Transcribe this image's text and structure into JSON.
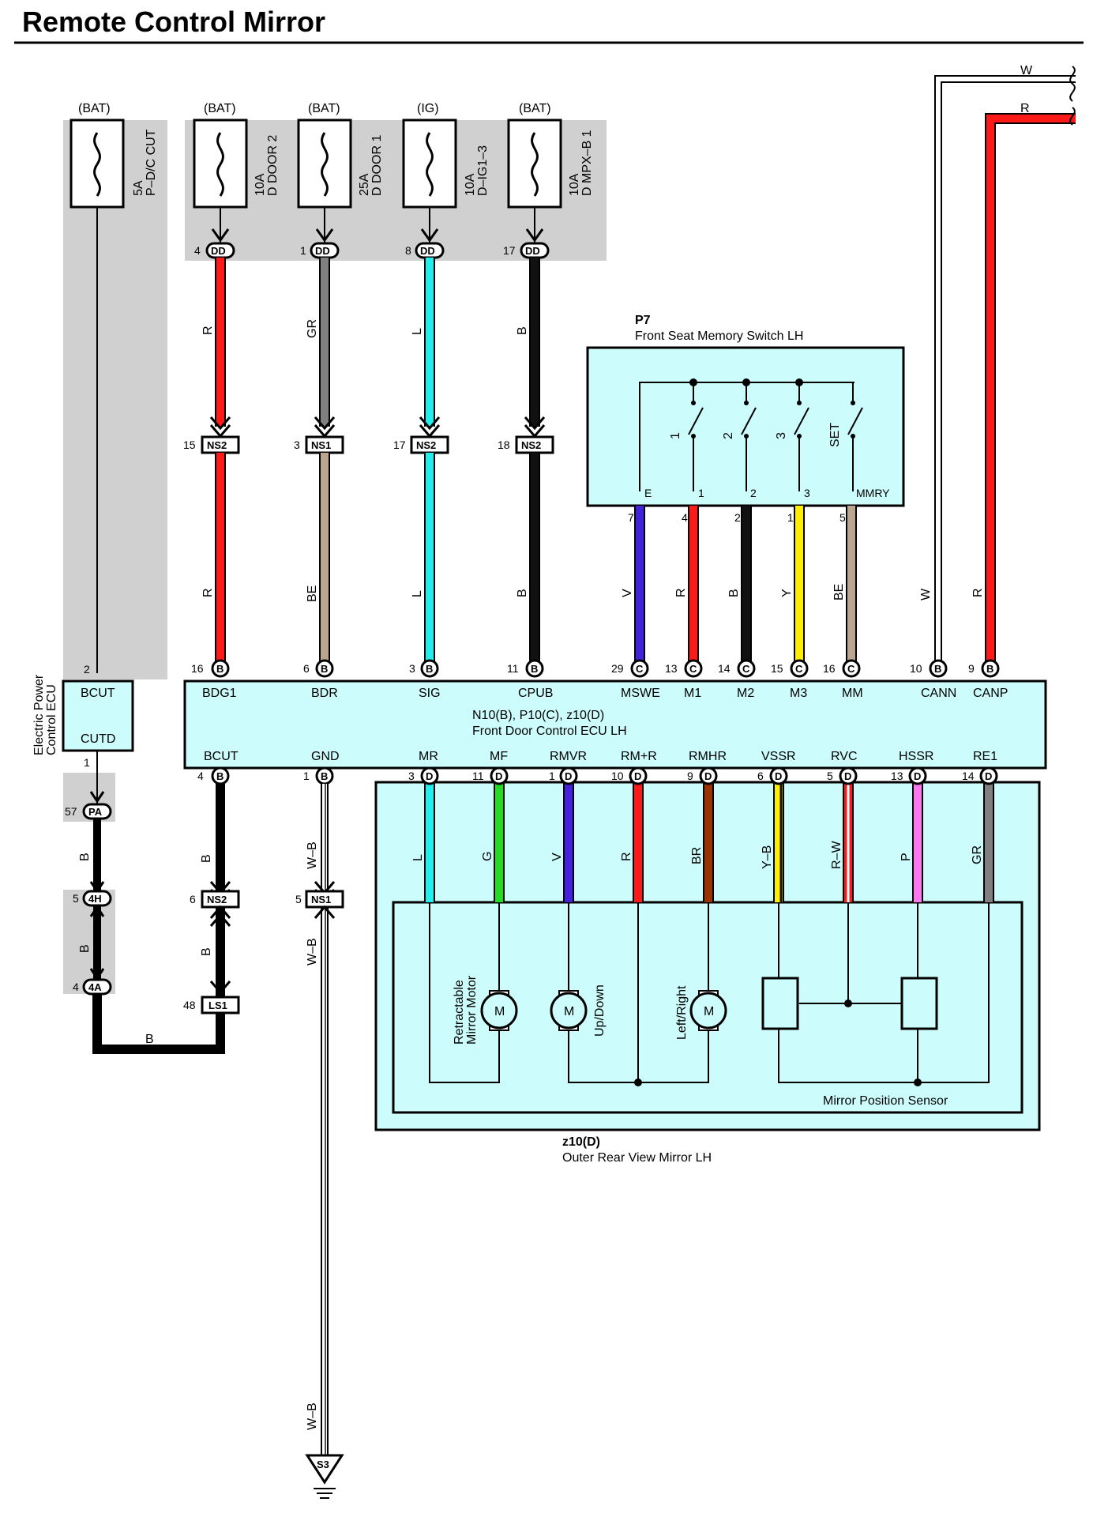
{
  "title": "Remote Control Mirror",
  "fuses": [
    {
      "source": "(BAT)",
      "rating": "5A",
      "name": "P–D/C CUT"
    },
    {
      "source": "(BAT)",
      "rating": "10A",
      "name": "D DOOR 2"
    },
    {
      "source": "(BAT)",
      "rating": "25A",
      "name": "D DOOR 1"
    },
    {
      "source": "(IG)",
      "rating": "10A",
      "name": "D–IG1–3"
    },
    {
      "source": "(BAT)",
      "rating": "10A",
      "name": "D MPX–B 1"
    }
  ],
  "fuse_outputs": [
    {
      "pin": "4",
      "conn": "DD"
    },
    {
      "pin": "1",
      "conn": "DD"
    },
    {
      "pin": "8",
      "conn": "DD"
    },
    {
      "pin": "17",
      "conn": "DD"
    }
  ],
  "upper_wires": [
    {
      "color_code": "R",
      "color": "#ff1a1a",
      "junction_pin": "15",
      "junction": "NS2",
      "lower_code": "R",
      "lower_color": "#ff1a1a",
      "ecu_pin": "16",
      "ecu_conn": "B",
      "terminal": "BDG1"
    },
    {
      "color_code": "GR",
      "color": "#808080",
      "junction_pin": "3",
      "junction": "NS1",
      "lower_code": "BE",
      "lower_color": "#bba58e",
      "ecu_pin": "6",
      "ecu_conn": "B",
      "terminal": "BDR"
    },
    {
      "color_code": "L",
      "color": "#22eeee",
      "junction_pin": "17",
      "junction": "NS2",
      "lower_code": "L",
      "lower_color": "#22eeee",
      "ecu_pin": "3",
      "ecu_conn": "B",
      "terminal": "SIG"
    },
    {
      "color_code": "B",
      "color": "#111111",
      "junction_pin": "18",
      "junction": "NS2",
      "lower_code": "B",
      "lower_color": "#111111",
      "ecu_pin": "11",
      "ecu_conn": "B",
      "terminal": "CPUB"
    }
  ],
  "switch": {
    "id": "P7",
    "name": "Front Seat Memory Switch LH",
    "switch_labels": [
      "1",
      "2",
      "3",
      "SET"
    ],
    "terminals": [
      "E",
      "1",
      "2",
      "3",
      "MMRY"
    ],
    "wires": [
      {
        "pin": "7",
        "code": "V",
        "color": "#4422dd",
        "ecu_pin": "29",
        "ecu_conn": "C",
        "terminal": "MSWE"
      },
      {
        "pin": "4",
        "code": "R",
        "color": "#ff1a1a",
        "ecu_pin": "13",
        "ecu_conn": "C",
        "terminal": "M1"
      },
      {
        "pin": "2",
        "code": "B",
        "color": "#111111",
        "ecu_pin": "14",
        "ecu_conn": "C",
        "terminal": "M2"
      },
      {
        "pin": "1",
        "code": "Y",
        "color": "#ffee00",
        "ecu_pin": "15",
        "ecu_conn": "C",
        "terminal": "M3"
      },
      {
        "pin": "5",
        "code": "BE",
        "color": "#bba58e",
        "ecu_pin": "16",
        "ecu_conn": "C",
        "terminal": "MM"
      }
    ]
  },
  "can": [
    {
      "code": "W",
      "color": "#ffffff",
      "ecu_pin": "10",
      "ecu_conn": "B",
      "terminal": "CANN"
    },
    {
      "code": "R",
      "color": "#ff1a1a",
      "ecu_pin": "9",
      "ecu_conn": "B",
      "terminal": "CANP"
    }
  ],
  "epc_ecu": {
    "name_line1": "Electric Power",
    "name_line2": "Control ECU",
    "top_terminal": "BCUT",
    "bottom_terminal": "CUTD",
    "top_pin": "2",
    "bottom_pin": "1"
  },
  "main_ecu": {
    "connectors": "N10(B), P10(C), z10(D)",
    "name": "Front Door Control ECU LH",
    "bottom_terminals": [
      "BCUT",
      "GND",
      "MR",
      "MF",
      "RMVR",
      "RM+R",
      "RMHR",
      "VSSR",
      "RVC",
      "HSSR",
      "RE1"
    ],
    "bottom_pins": [
      {
        "pin": "4",
        "conn": "B"
      },
      {
        "pin": "1",
        "conn": "B"
      },
      {
        "pin": "3",
        "conn": "D"
      },
      {
        "pin": "11",
        "conn": "D"
      },
      {
        "pin": "1",
        "conn": "D"
      },
      {
        "pin": "10",
        "conn": "D"
      },
      {
        "pin": "9",
        "conn": "D"
      },
      {
        "pin": "6",
        "conn": "D"
      },
      {
        "pin": "5",
        "conn": "D"
      },
      {
        "pin": "13",
        "conn": "D"
      },
      {
        "pin": "14",
        "conn": "D"
      }
    ]
  },
  "mirror_wires": [
    {
      "code": "L",
      "color": "#22eeee"
    },
    {
      "code": "G",
      "color": "#22dd22"
    },
    {
      "code": "V",
      "color": "#4422dd"
    },
    {
      "code": "R",
      "color": "#ff1a1a"
    },
    {
      "code": "BR",
      "color": "#993300"
    },
    {
      "code": "Y–B",
      "color": "#ffee00",
      "stripe": "#111111"
    },
    {
      "code": "R–W",
      "color": "#ff1a1a",
      "stripe": "#ffffff"
    },
    {
      "code": "P",
      "color": "#ff77ee"
    },
    {
      "code": "GR",
      "color": "#808080"
    }
  ],
  "mirror": {
    "id": "z10(D)",
    "name": "Outer Rear View Mirror LH",
    "motor_symbol": "M",
    "motor1_line1": "Retractable",
    "motor1_line2": "Mirror Motor",
    "motor2": "Up/Down",
    "motor3": "Left/Right",
    "sensor": "Mirror Position Sensor"
  },
  "left_chain": {
    "pa": {
      "pin": "57",
      "conn": "PA"
    },
    "h4": {
      "pin": "5",
      "conn": "4H"
    },
    "a4": {
      "pin": "4",
      "conn": "4A"
    },
    "upper_code": "B",
    "lower_code": "B",
    "bottom_code": "B"
  },
  "bcut_chain": {
    "upper_code": "B",
    "ns2": {
      "pin": "6",
      "conn": "NS2"
    },
    "lower_code": "B",
    "ls1": {
      "pin": "48",
      "conn": "LS1"
    }
  },
  "ground": {
    "code1": "W–B",
    "ns1": {
      "pin": "5",
      "conn": "NS1"
    },
    "code2": "W–B",
    "code3": "W–B",
    "point": "S3"
  }
}
